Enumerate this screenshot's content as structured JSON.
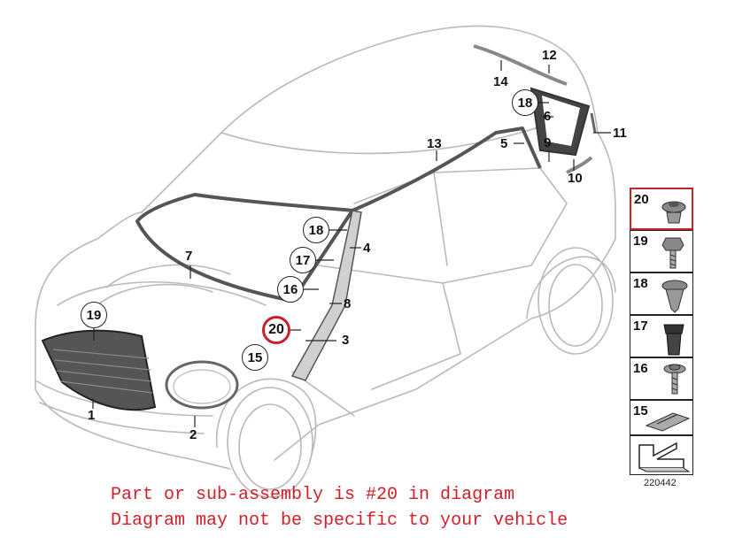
{
  "diagram": {
    "callouts": [
      "1",
      "2",
      "3",
      "4",
      "5",
      "6",
      "7",
      "8",
      "9",
      "10",
      "11",
      "12",
      "13",
      "14"
    ],
    "circled_callouts": [
      "15",
      "16",
      "17",
      "18",
      "19",
      "20"
    ],
    "highlighted_part": "20",
    "accent_color": "#c8222a",
    "legend_items": [
      {
        "number": "20",
        "icon": "expanding-rivet-icon"
      },
      {
        "number": "19",
        "icon": "hex-screw-icon"
      },
      {
        "number": "18",
        "icon": "spreader-rivet-icon"
      },
      {
        "number": "17",
        "icon": "plastic-nut-icon"
      },
      {
        "number": "16",
        "icon": "washer-screw-icon"
      },
      {
        "number": "15",
        "icon": "bracket-clip-icon"
      },
      {
        "number": "",
        "icon": "view-arrow-icon"
      }
    ],
    "reference_code": "220442"
  },
  "notes": {
    "line1": "Part or sub-assembly is #20 in diagram",
    "line2": "Diagram may not be specific to your vehicle",
    "color": "#d0202a"
  }
}
